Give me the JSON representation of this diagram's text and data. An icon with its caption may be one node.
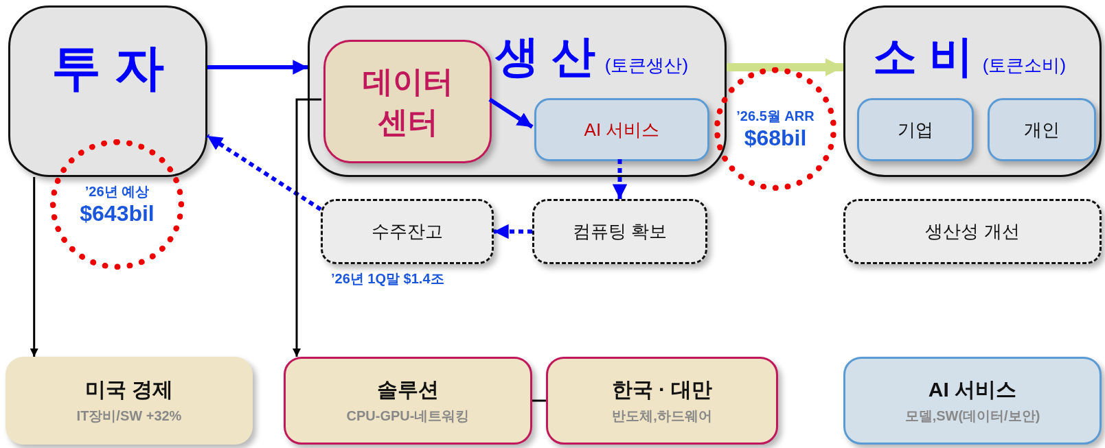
{
  "diagram": {
    "nodes": [
      {
        "text": [
          "투 자"
        ]
      },
      {
        "text": [
          "생 산",
          "(토큰생산)"
        ]
      },
      {
        "text": [
          "데이터 센터"
        ],
        "in": 1
      },
      {
        "text": [
          "AI 서비스"
        ],
        "in": 1
      },
      {
        "text": [
          "소 비",
          "(토큰소비)"
        ]
      },
      {
        "text": [
          "기업"
        ],
        "in": 4
      },
      {
        "text": [
          "개인"
        ],
        "in": 4
      },
      {
        "text": [
          "수주잔고"
        ],
        "beside": [
          "’26년 1Q말 **$1.4조**"
        ]
      },
      {
        "text": [
          "컴퓨팅 확보"
        ]
      },
      {
        "text": [
          "생산성 개선"
        ]
      },
      {
        "text": [
          "’26년 예상",
          "$643bil"
        ]
      },
      {
        "text": [
          "’26.5월 ARR",
          "$68bil"
        ]
      },
      {
        "text": [
          "미국 경제",
          "IT장비/SW +32%"
        ]
      },
      {
        "text": [
          "솔루션",
          "CPU-GPU-네트워킹"
        ]
      },
      {
        "text": [
          "한국 · 대만",
          "반도체,하드웨어"
        ]
      },
      {
        "text": [
          "AI 서비스",
          "모델,SW(데이터/보안)"
        ]
      }
    ],
    "edges": [
      {
        "from": 0,
        "to": 1,
        "arrow": "to"
      },
      {
        "from": 1,
        "to": 4,
        "arrow": "to",
        "color": "#cfe08a",
        "style": "thick"
      },
      {
        "from": 2,
        "to": 3,
        "arrow": "to"
      },
      {
        "from": 3,
        "to": 8,
        "arrow": "to",
        "style": "dashed"
      },
      {
        "from": 8,
        "to": 7,
        "arrow": "to",
        "style": "dashed"
      },
      {
        "from": 7,
        "to": 0,
        "arrow": "to",
        "style": "dashed"
      },
      {
        "from": 0,
        "to": 12,
        "arrow": "to",
        "color": "#000000"
      },
      {
        "from": 2,
        "to": 13,
        "arrow": "to",
        "color": "#000000"
      },
      {
        "from": 13,
        "to": 14,
        "arrow": "none",
        "color": "#000000"
      }
    ]
  }
}
